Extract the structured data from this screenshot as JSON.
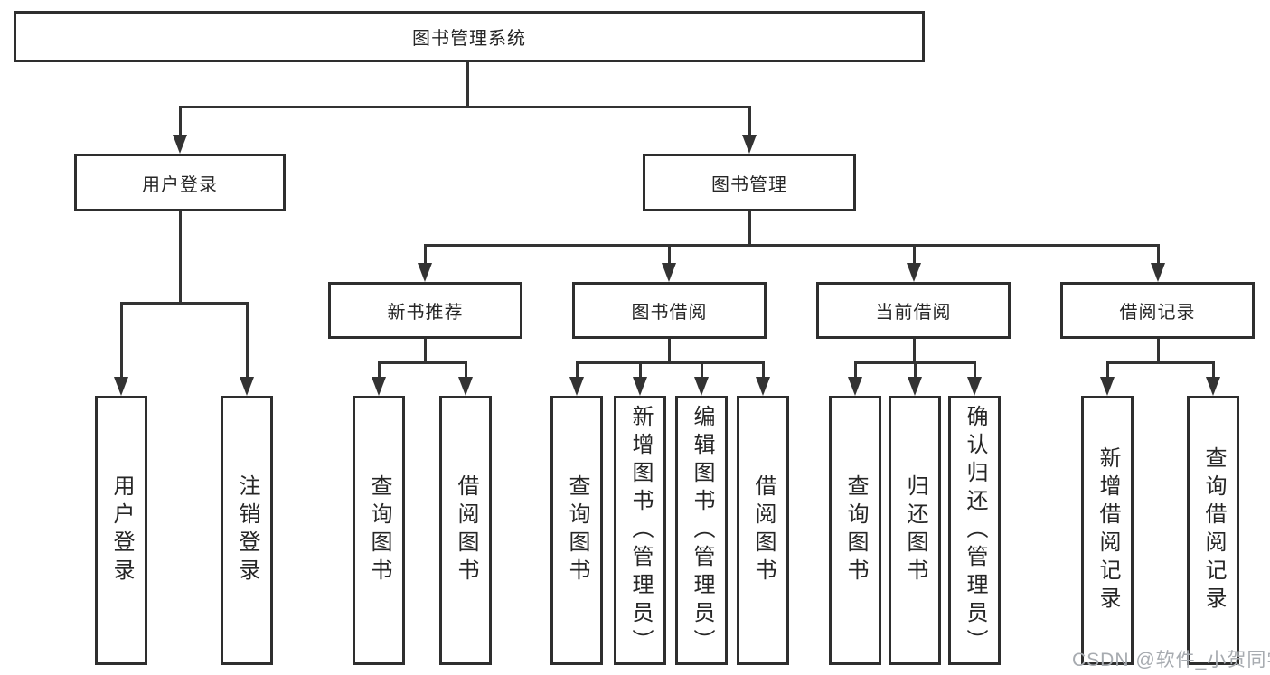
{
  "diagram": {
    "title": "图书管理系统",
    "root": {
      "label": "图书管理系统"
    },
    "branches": [
      {
        "label": "用户登录",
        "leaves": [
          "用户登录",
          "注销登录"
        ]
      },
      {
        "label": "图书管理",
        "groups": [
          {
            "label": "新书推荐",
            "leaves": [
              "查询图书",
              "借阅图书"
            ]
          },
          {
            "label": "图书借阅",
            "leaves": [
              "查询图书",
              "新增图书（管理员）",
              "编辑图书（管理员）",
              "借阅图书"
            ]
          },
          {
            "label": "当前借阅",
            "leaves": [
              "查询图书",
              "归还图书",
              "确认归还（管理员）"
            ]
          },
          {
            "label": "借阅记录",
            "leaves": [
              "新增借阅记录",
              "查询借阅记录"
            ]
          }
        ]
      }
    ]
  },
  "watermark": {
    "text": "CSDN @软件_小贺同学"
  },
  "colors": {
    "background": "#ffffff",
    "line": "#333333",
    "box_border": "#2e2e2e",
    "text": "#262626",
    "watermark": "#a7abb0"
  }
}
